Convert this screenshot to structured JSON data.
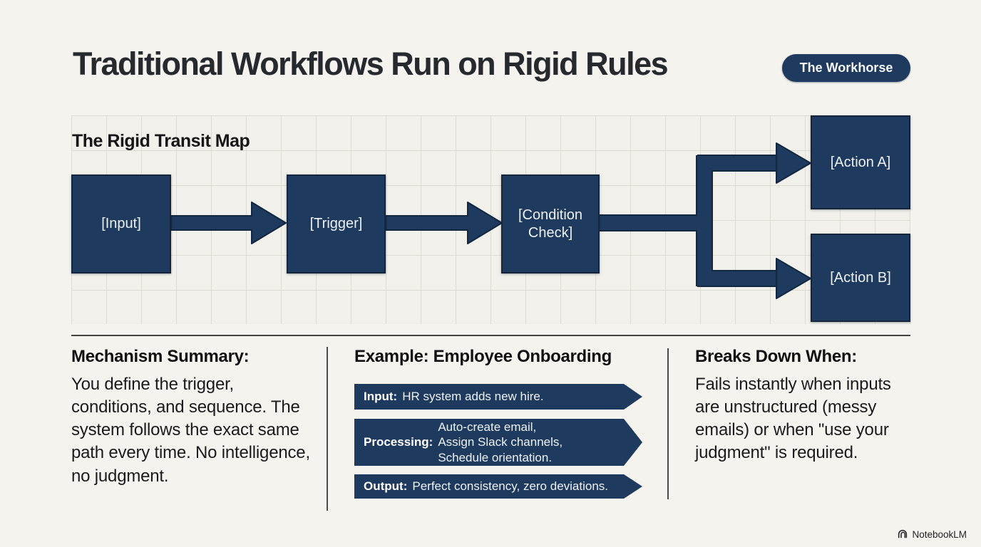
{
  "header": {
    "title": "Traditional Workflows Run on Rigid Rules",
    "badge": "The Workhorse"
  },
  "diagram": {
    "label": "The Rigid Transit Map",
    "nodes": [
      {
        "id": "input",
        "label": "[Input]"
      },
      {
        "id": "trigger",
        "label": "[Trigger]"
      },
      {
        "id": "condition",
        "label": "[Condition Check]"
      },
      {
        "id": "action-a",
        "label": "[Action A]"
      },
      {
        "id": "action-b",
        "label": "[Action B]"
      }
    ]
  },
  "panels": {
    "mechanism": {
      "heading": "Mechanism Summary:",
      "body": "You define the trigger, conditions, and sequence. The system follows the exact same path every time. No intelligence, no judgment."
    },
    "example": {
      "heading": "Example: Employee Onboarding",
      "steps": [
        {
          "label": "Input:",
          "lines": [
            "HR system adds new hire."
          ]
        },
        {
          "label": "Processing:",
          "lines": [
            "Auto-create email,",
            "Assign Slack channels,",
            "Schedule orientation."
          ]
        },
        {
          "label": "Output:",
          "lines": [
            "Perfect consistency, zero deviations."
          ]
        }
      ]
    },
    "breaks": {
      "heading": "Breaks Down When:",
      "body": "Fails instantly when inputs are unstructured (messy emails) or when \"use your judgment\" is required."
    }
  },
  "footer": {
    "watermark": "NotebookLM"
  },
  "colors": {
    "navy": "#1e3a5e",
    "navy_border": "#15263c",
    "background": "#f4f3ee",
    "grid_fill": "#f1f0ea",
    "grid_line": "#dcdbd2",
    "ink": "#26292e"
  }
}
